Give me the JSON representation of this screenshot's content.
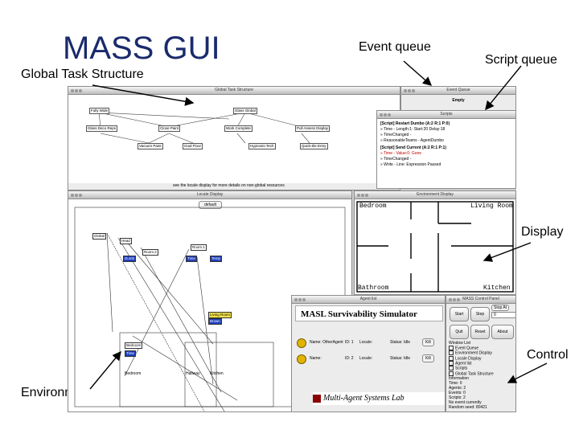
{
  "slide": {
    "title": "MASS GUI",
    "callouts": {
      "global_task_structure": "Global Task Structure",
      "event_queue": "Event queue",
      "script_queue": "Script queue",
      "display": "Display",
      "control": "Control",
      "environment_resources": "Environment Resources"
    }
  },
  "screenshot": {
    "global_task_window": {
      "title": "Global Task Structure",
      "nodes": [
        "Fully Wide",
        "Glass Global",
        "Glass Deco Reps",
        "Close Paint",
        "Work Complete",
        "Pull Assess Display",
        "Vacuum Paint",
        "Goal Floor",
        "Hypnosis-Tech",
        "Quick-tile Entry"
      ],
      "status_text": "see the locale display for more details on non-global resources"
    },
    "event_queue_window": {
      "title": "Event Queue",
      "value": "Empty"
    },
    "scripts_window": {
      "title": "Scripts",
      "lines": [
        {
          "text": "[Script] Restart Dumbo (A:2 R:1 P:0)",
          "color": "black"
        },
        {
          "text": "» Time - Length:1: Start:20 Delay:18",
          "color": "black"
        },
        {
          "text": "» TimeChanged -",
          "color": "black"
        },
        {
          "text": "» ReasonableTeams - AgentDumbo",
          "color": "black"
        },
        {
          "text": "[Script] Send Current (A:2 R:1 P:1)",
          "color": "black"
        },
        {
          "text": "» Time - Value:0: Gone",
          "color": "red"
        },
        {
          "text": "» TimeChanged -",
          "color": "black"
        },
        {
          "text": "» Write - Line: Expression Passed",
          "color": "black"
        }
      ]
    },
    "locale_window": {
      "title": "Locale Display",
      "dropdown_value": "default",
      "rooms": [
        "Bedroom",
        "Hallway",
        "Kitchen"
      ],
      "boxes": [
        "Global",
        "Head",
        "Room.1",
        "Room.2",
        "Bedroom",
        "Dumb",
        "Time",
        "Living Room",
        "Brown",
        "Temp"
      ]
    },
    "environment_window": {
      "title": "Environment Display",
      "rooms": [
        "Bedroom",
        "Living Room",
        "Bathroom",
        "Kitchen"
      ]
    },
    "control_window": {
      "title": "MASS Control Panel",
      "buttons": [
        "Start",
        "Step",
        "Quit",
        "Reset",
        "About"
      ],
      "step_label": "Stop At",
      "step_value": "0",
      "view_list_label": "Window List",
      "view_items": [
        "Event Queue",
        "Environment Display",
        "Locale Display",
        "Agent list",
        "Scripts",
        "Global Task Structure"
      ],
      "info_label": "Information",
      "info_lines": [
        "Time: 0",
        "Agents: 2",
        "Events: 0",
        "Scripts: 2"
      ],
      "status_lines": [
        "No event currently",
        "Random seed: 80421"
      ]
    },
    "agent_window": {
      "title": "Agent list",
      "banner": "MASL Survivability Simulator",
      "agents": [
        {
          "name": "Name: OtherAgent",
          "id": "ID: 1",
          "locale": "Locale:",
          "status": "Status: Idle",
          "button": "Kill"
        },
        {
          "name": "Name:",
          "id": "ID: 2",
          "locale": "Locale:",
          "status": "Status: Idle",
          "button": "Kill"
        }
      ],
      "footer_logo": "Multi-Agent Systems Lab"
    }
  }
}
